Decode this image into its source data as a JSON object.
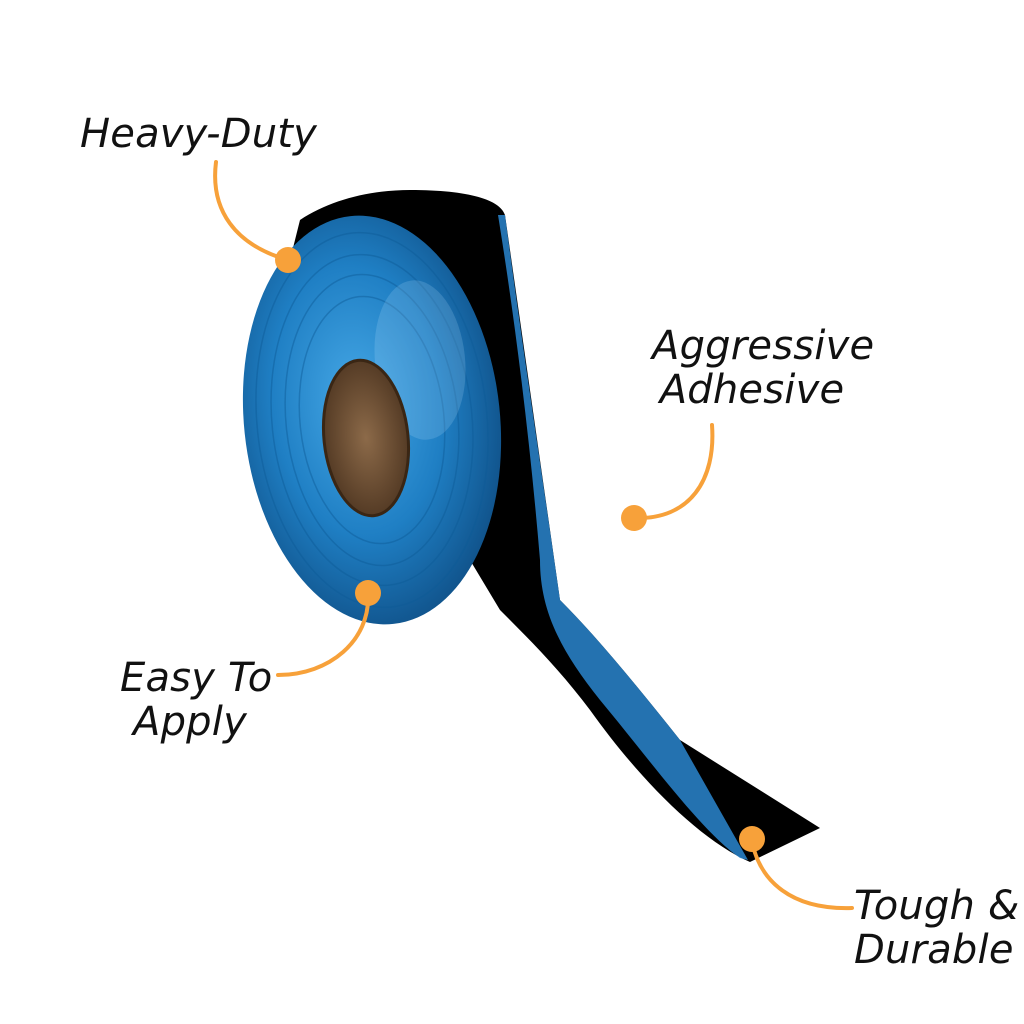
{
  "callouts": {
    "heavy_duty": "Heavy-Duty",
    "aggressive_line1": "Aggressive",
    "aggressive_line2": "Adhesive",
    "easy_line1": "Easy To",
    "easy_line2": "Apply",
    "tough_line1": "Tough &",
    "tough_line2": "Durable"
  },
  "colors": {
    "callout_orange": "#F7A13A",
    "tape_black": "#000000",
    "roll_blue": "#1F7FC4",
    "core_brown": "#6B4A2E"
  }
}
